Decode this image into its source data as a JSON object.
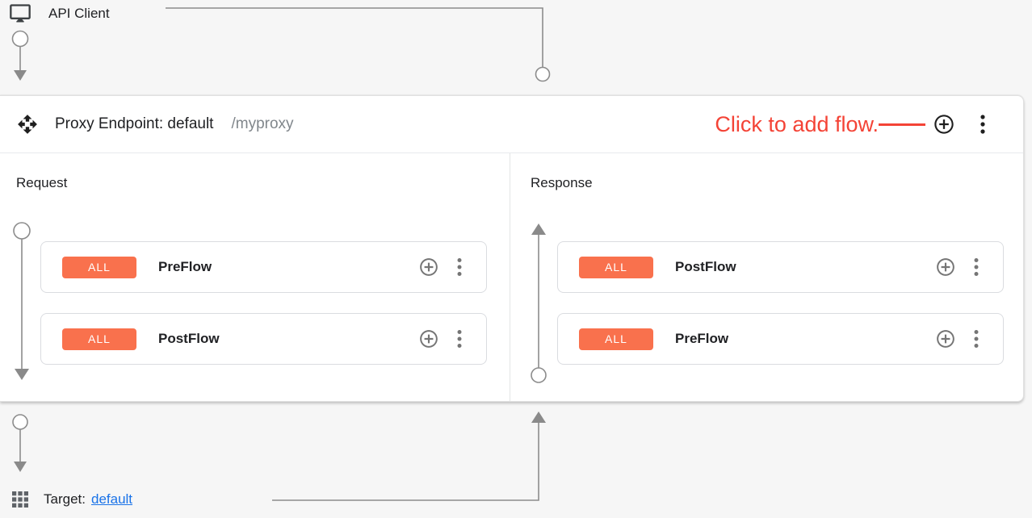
{
  "colors": {
    "badge": "#F9714D",
    "annotation": "#F44336",
    "link": "#1A73E8",
    "connector": "#8c8c8c"
  },
  "icons": {
    "api_client": "monitor-icon",
    "proxy_endpoint": "move-icon",
    "header_actions": [
      "add-circle-icon",
      "kebab-menu-icon"
    ],
    "card_actions": [
      "add-circle-icon",
      "kebab-menu-icon"
    ],
    "target": "apps-grid-icon"
  },
  "top": {
    "api_client_label": "API Client"
  },
  "proxy_endpoint": {
    "title": "Proxy Endpoint: default",
    "path": "/myproxy",
    "annotation": "Click to add flow.",
    "request": {
      "label": "Request",
      "flows": [
        {
          "condition": "ALL",
          "name": "PreFlow"
        },
        {
          "condition": "ALL",
          "name": "PostFlow"
        }
      ]
    },
    "response": {
      "label": "Response",
      "flows": [
        {
          "condition": "ALL",
          "name": "PostFlow"
        },
        {
          "condition": "ALL",
          "name": "PreFlow"
        }
      ]
    }
  },
  "target": {
    "label": "Target:",
    "link_text": "default"
  }
}
